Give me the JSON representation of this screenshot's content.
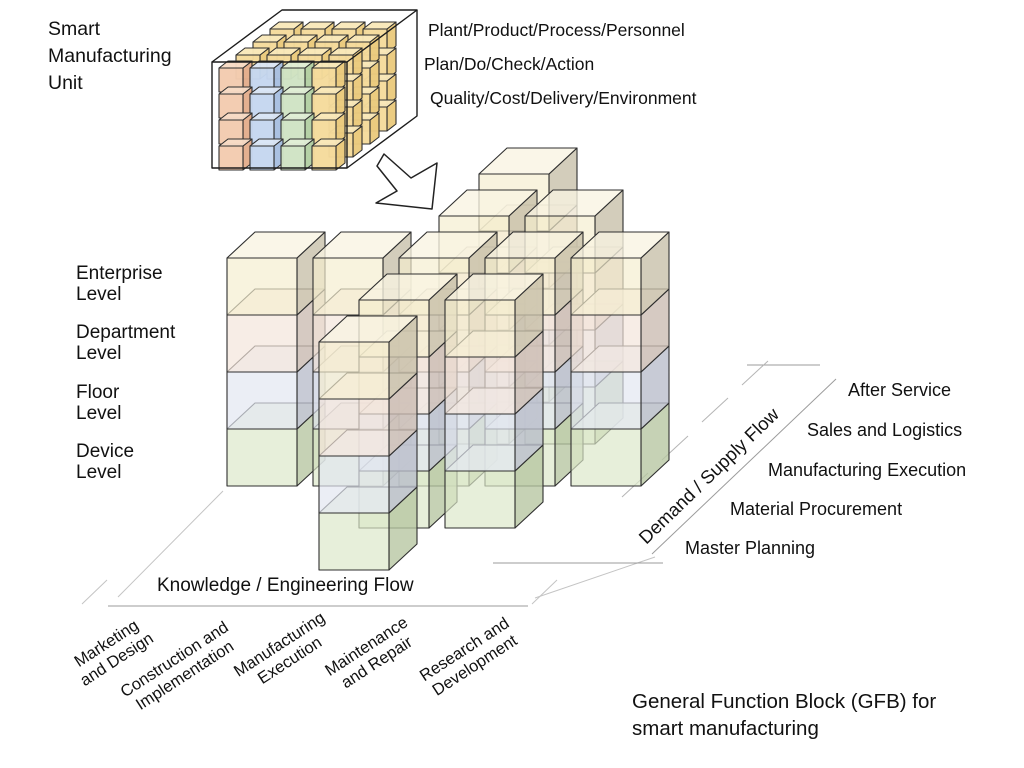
{
  "unit": {
    "title": "Smart\nManufacturing\nUnit",
    "dimension_labels": [
      "Plant/Product/Process/Personnel",
      "Plan/Do/Check/Action",
      "Quality/Cost/Delivery/Environment"
    ],
    "cube_columns": [
      {
        "name": "column-1",
        "front": "#f3cbb0",
        "top": "#f7dbc5",
        "side": "#e3ad8c"
      },
      {
        "name": "column-2",
        "front": "#c5d7ef",
        "top": "#dbe6f6",
        "side": "#a7bfe1"
      },
      {
        "name": "column-3",
        "front": "#cfe3c4",
        "top": "#e0edd6",
        "side": "#b3cfa3"
      },
      {
        "name": "column-4",
        "front": "#f5db9c",
        "top": "#f9e8ba",
        "side": "#eaca7e"
      }
    ],
    "grid": {
      "rows": 4,
      "cols": 4,
      "depth_layers": 3
    }
  },
  "levels": [
    {
      "label": "Enterprise\nLevel",
      "colors": {
        "front": "#f5edcf",
        "top": "#f9f4e2",
        "side": "#c7bfa8"
      }
    },
    {
      "label": "Department\nLevel",
      "colors": {
        "front": "#f3e5da",
        "top": "#f6ece4",
        "side": "#cbbbb1"
      }
    },
    {
      "label": "Floor\nLevel",
      "colors": {
        "front": "#e2e6f0",
        "top": "#ebeef5",
        "side": "#b8bdcb"
      }
    },
    {
      "label": "Device\nLevel",
      "colors": {
        "front": "#dbe7c8",
        "top": "#e6eed8",
        "side": "#b6c5a0"
      }
    }
  ],
  "knowledge_axis": {
    "label": "Knowledge / Engineering Flow",
    "stages": [
      "Marketing\nand Design",
      "Construction and\nImplementation",
      "Manufacturing\nExecution",
      "Maintenance\nand Repair",
      "Research and\nDevelopment"
    ]
  },
  "demand_axis": {
    "label": "Demand / Supply Flow",
    "stages": [
      "Master Planning",
      "Material Procurement",
      "Manufacturing Execution",
      "Sales and Logistics",
      "After Service"
    ]
  },
  "towers": [
    [
      0,
      2
    ],
    [
      1,
      2
    ],
    [
      2,
      2
    ],
    [
      3,
      2
    ],
    [
      4,
      2
    ],
    [
      2,
      0
    ],
    [
      2,
      1
    ],
    [
      2,
      3
    ],
    [
      2,
      4
    ],
    [
      3,
      1
    ],
    [
      3,
      3
    ]
  ],
  "caption": "General Function Block (GFB) for\nsmart manufacturing",
  "colors": {
    "outline": "#2f2f2f",
    "unit_outline": "#1c1c1c",
    "axis_line": "#9b9b9b",
    "axis_line_faint": "#c4c4c4",
    "arrow_fill": "#ffffff",
    "background": "#ffffff"
  }
}
